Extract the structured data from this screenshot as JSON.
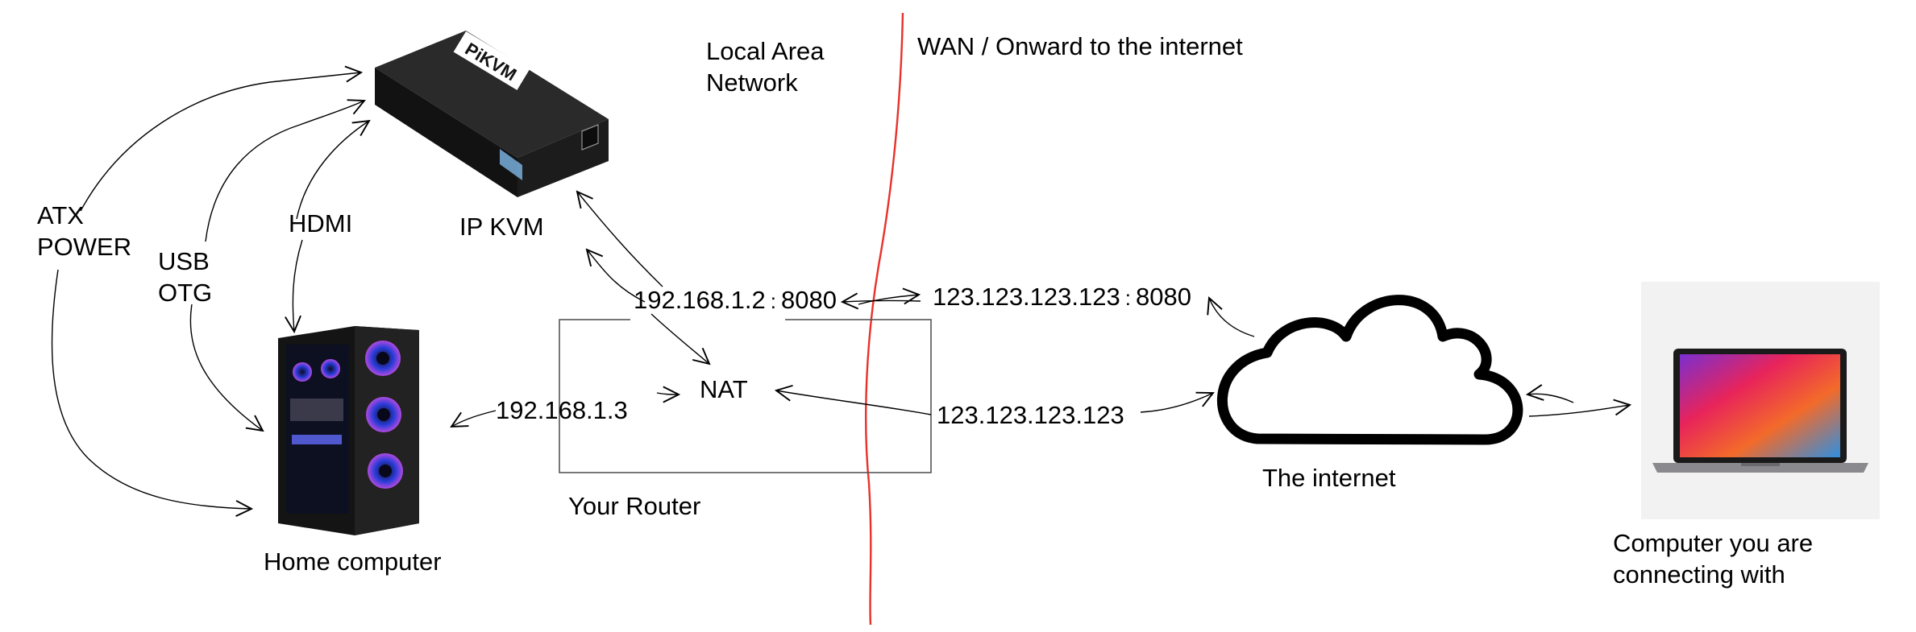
{
  "labels": {
    "lan": [
      "Local Area",
      "Network"
    ],
    "wan": "WAN / Onward to the internet",
    "atx": [
      "ATX",
      "POWER"
    ],
    "usb": [
      "USB",
      "OTG"
    ],
    "hdmi": "HDMI",
    "ipkvm": "IP KVM",
    "kvm_ip": "192.168.1.2",
    "kvm_port": "8080",
    "public_ip_port_addr": "123.123.123.123",
    "public_port": "8080",
    "pc_ip": "192.168.1.3",
    "nat": "NAT",
    "public_ip": "123.123.123.123",
    "router": "Your Router",
    "home_computer": "Home computer",
    "internet": "The internet",
    "client": [
      "Computer you are",
      "connecting with"
    ],
    "pikvm_logo": "PiKVM"
  },
  "colors": {
    "boundary_line": "#e8312a",
    "stroke": "#000000",
    "device_dark": "#1a1a1a",
    "laptop_bg": "#f2f2f2"
  },
  "icons": [
    "ipkvm-device-icon",
    "tower-pc-icon",
    "cloud-icon",
    "laptop-icon"
  ]
}
